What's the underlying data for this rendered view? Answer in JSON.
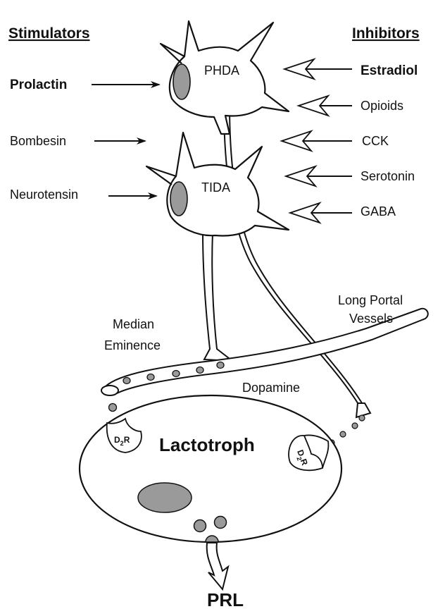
{
  "headers": {
    "stimulators": "Stimulators",
    "inhibitors": "Inhibitors"
  },
  "stimulators": [
    "Prolactin",
    "Bombesin",
    "Neurotensin"
  ],
  "inhibitors": [
    "Estradiol",
    "Opioids",
    "CCK",
    "Serotonin",
    "GABA"
  ],
  "neurons": {
    "upper": "PHDA",
    "lower": "TIDA"
  },
  "labels": {
    "median_eminence_line1": "Median",
    "median_eminence_line2": "Eminence",
    "long_portal_line1": "Long Portal",
    "long_portal_line2": "Vessels",
    "dopamine": "Dopamine",
    "cell": "Lactotroph",
    "output": "PRL",
    "receptor_main": "D",
    "receptor_sub": "2",
    "receptor_end": "R"
  }
}
